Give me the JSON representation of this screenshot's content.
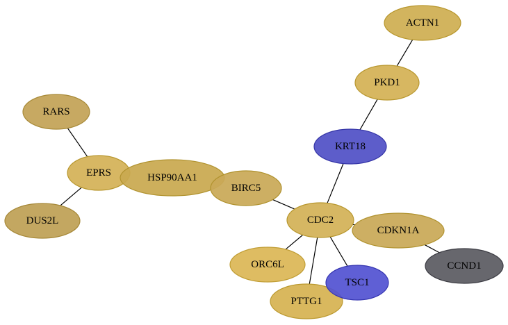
{
  "graph": {
    "nodes": [
      {
        "id": "ACTN1",
        "label": "ACTN1",
        "fill": "#cfae52",
        "stroke": "#b8972e"
      },
      {
        "id": "PKD1",
        "label": "PKD1",
        "fill": "#d4b255",
        "stroke": "#b8972e"
      },
      {
        "id": "KRT18",
        "label": "KRT18",
        "fill": "#5151c6",
        "stroke": "#3434a6"
      },
      {
        "id": "RARS",
        "label": "RARS",
        "fill": "#c3a356",
        "stroke": "#a88a38"
      },
      {
        "id": "EPRS",
        "label": "EPRS",
        "fill": "#d4b257",
        "stroke": "#b8972e"
      },
      {
        "id": "HSP90AA1",
        "label": "HSP90AA1",
        "fill": "#c9a950",
        "stroke": "#b0922e"
      },
      {
        "id": "BIRC5",
        "label": "BIRC5",
        "fill": "#c9a957",
        "stroke": "#b0922e"
      },
      {
        "id": "DUS2L",
        "label": "DUS2L",
        "fill": "#bea055",
        "stroke": "#a68838"
      },
      {
        "id": "CDC2",
        "label": "CDC2",
        "fill": "#d3b157",
        "stroke": "#b8972e"
      },
      {
        "id": "CDKN1A",
        "label": "CDKN1A",
        "fill": "#c9a957",
        "stroke": "#b0922e"
      },
      {
        "id": "ORC6L",
        "label": "ORC6L",
        "fill": "#dbb756",
        "stroke": "#c09d34"
      },
      {
        "id": "CCND1",
        "label": "CCND1",
        "fill": "#5b5b62",
        "stroke": "#3d3d44"
      },
      {
        "id": "PTTG1",
        "label": "PTTG1",
        "fill": "#d6b352",
        "stroke": "#bb992f"
      },
      {
        "id": "TSC1",
        "label": "TSC1",
        "fill": "#5353d2",
        "stroke": "#3636b0"
      }
    ],
    "edges": [
      {
        "source": "ACTN1",
        "target": "PKD1"
      },
      {
        "source": "PKD1",
        "target": "KRT18"
      },
      {
        "source": "KRT18",
        "target": "CDC2"
      },
      {
        "source": "RARS",
        "target": "EPRS"
      },
      {
        "source": "EPRS",
        "target": "DUS2L"
      },
      {
        "source": "BIRC5",
        "target": "CDC2"
      },
      {
        "source": "CDC2",
        "target": "CDKN1A"
      },
      {
        "source": "CDKN1A",
        "target": "CCND1"
      },
      {
        "source": "CDC2",
        "target": "ORC6L"
      },
      {
        "source": "CDC2",
        "target": "PTTG1"
      },
      {
        "source": "CDC2",
        "target": "TSC1"
      }
    ]
  }
}
